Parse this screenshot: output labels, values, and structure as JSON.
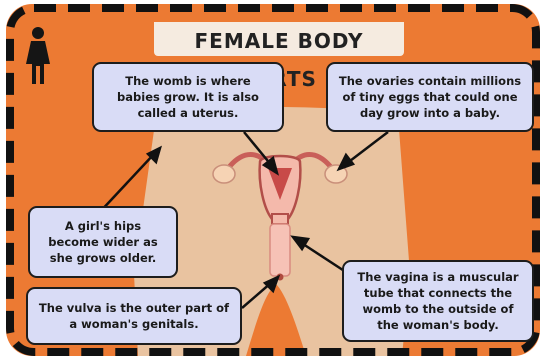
{
  "title": "FEMALE BODY PARTS",
  "icon": "female-person-icon",
  "colors": {
    "background": "#ec7a33",
    "border_dash": "#111111",
    "skin": "#e9c3a0",
    "box_fill": "#d9dcf6",
    "box_border": "#1d1d1d",
    "organ": "#f3a8a0"
  },
  "labels": {
    "womb": "The womb is where babies grow. It is also called a uterus.",
    "ovaries": "The ovaries contain millions of tiny eggs that could one day grow into a baby.",
    "hips": "A girl's hips become wider as she grows older.",
    "vulva": "The vulva is the outer part of a woman's genitals.",
    "vagina": "The vagina is a muscular tube that connects the womb to the outside of the woman's body."
  }
}
